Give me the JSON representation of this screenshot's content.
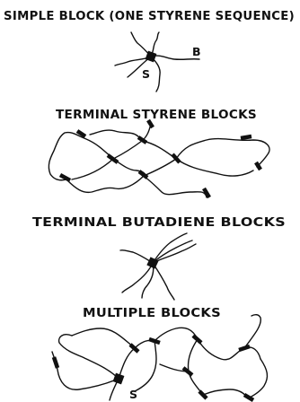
{
  "panels": [
    {
      "id": "simple",
      "heading": "SIMPLE BLOCK (ONE STYRENE SEQUENCE)",
      "labels": {
        "s": "S",
        "b": "B"
      }
    },
    {
      "id": "terminal-styrene",
      "heading": "TERMINAL STYRENE BLOCKS"
    },
    {
      "id": "terminal-butadiene",
      "heading": "TERMINAL BUTADIENE BLOCKS"
    },
    {
      "id": "multiple",
      "heading": "MULTIPLE BLOCKS",
      "labels": {
        "s": "S"
      }
    }
  ],
  "colors": {
    "ink": "#111111",
    "background": "#ffffff"
  }
}
